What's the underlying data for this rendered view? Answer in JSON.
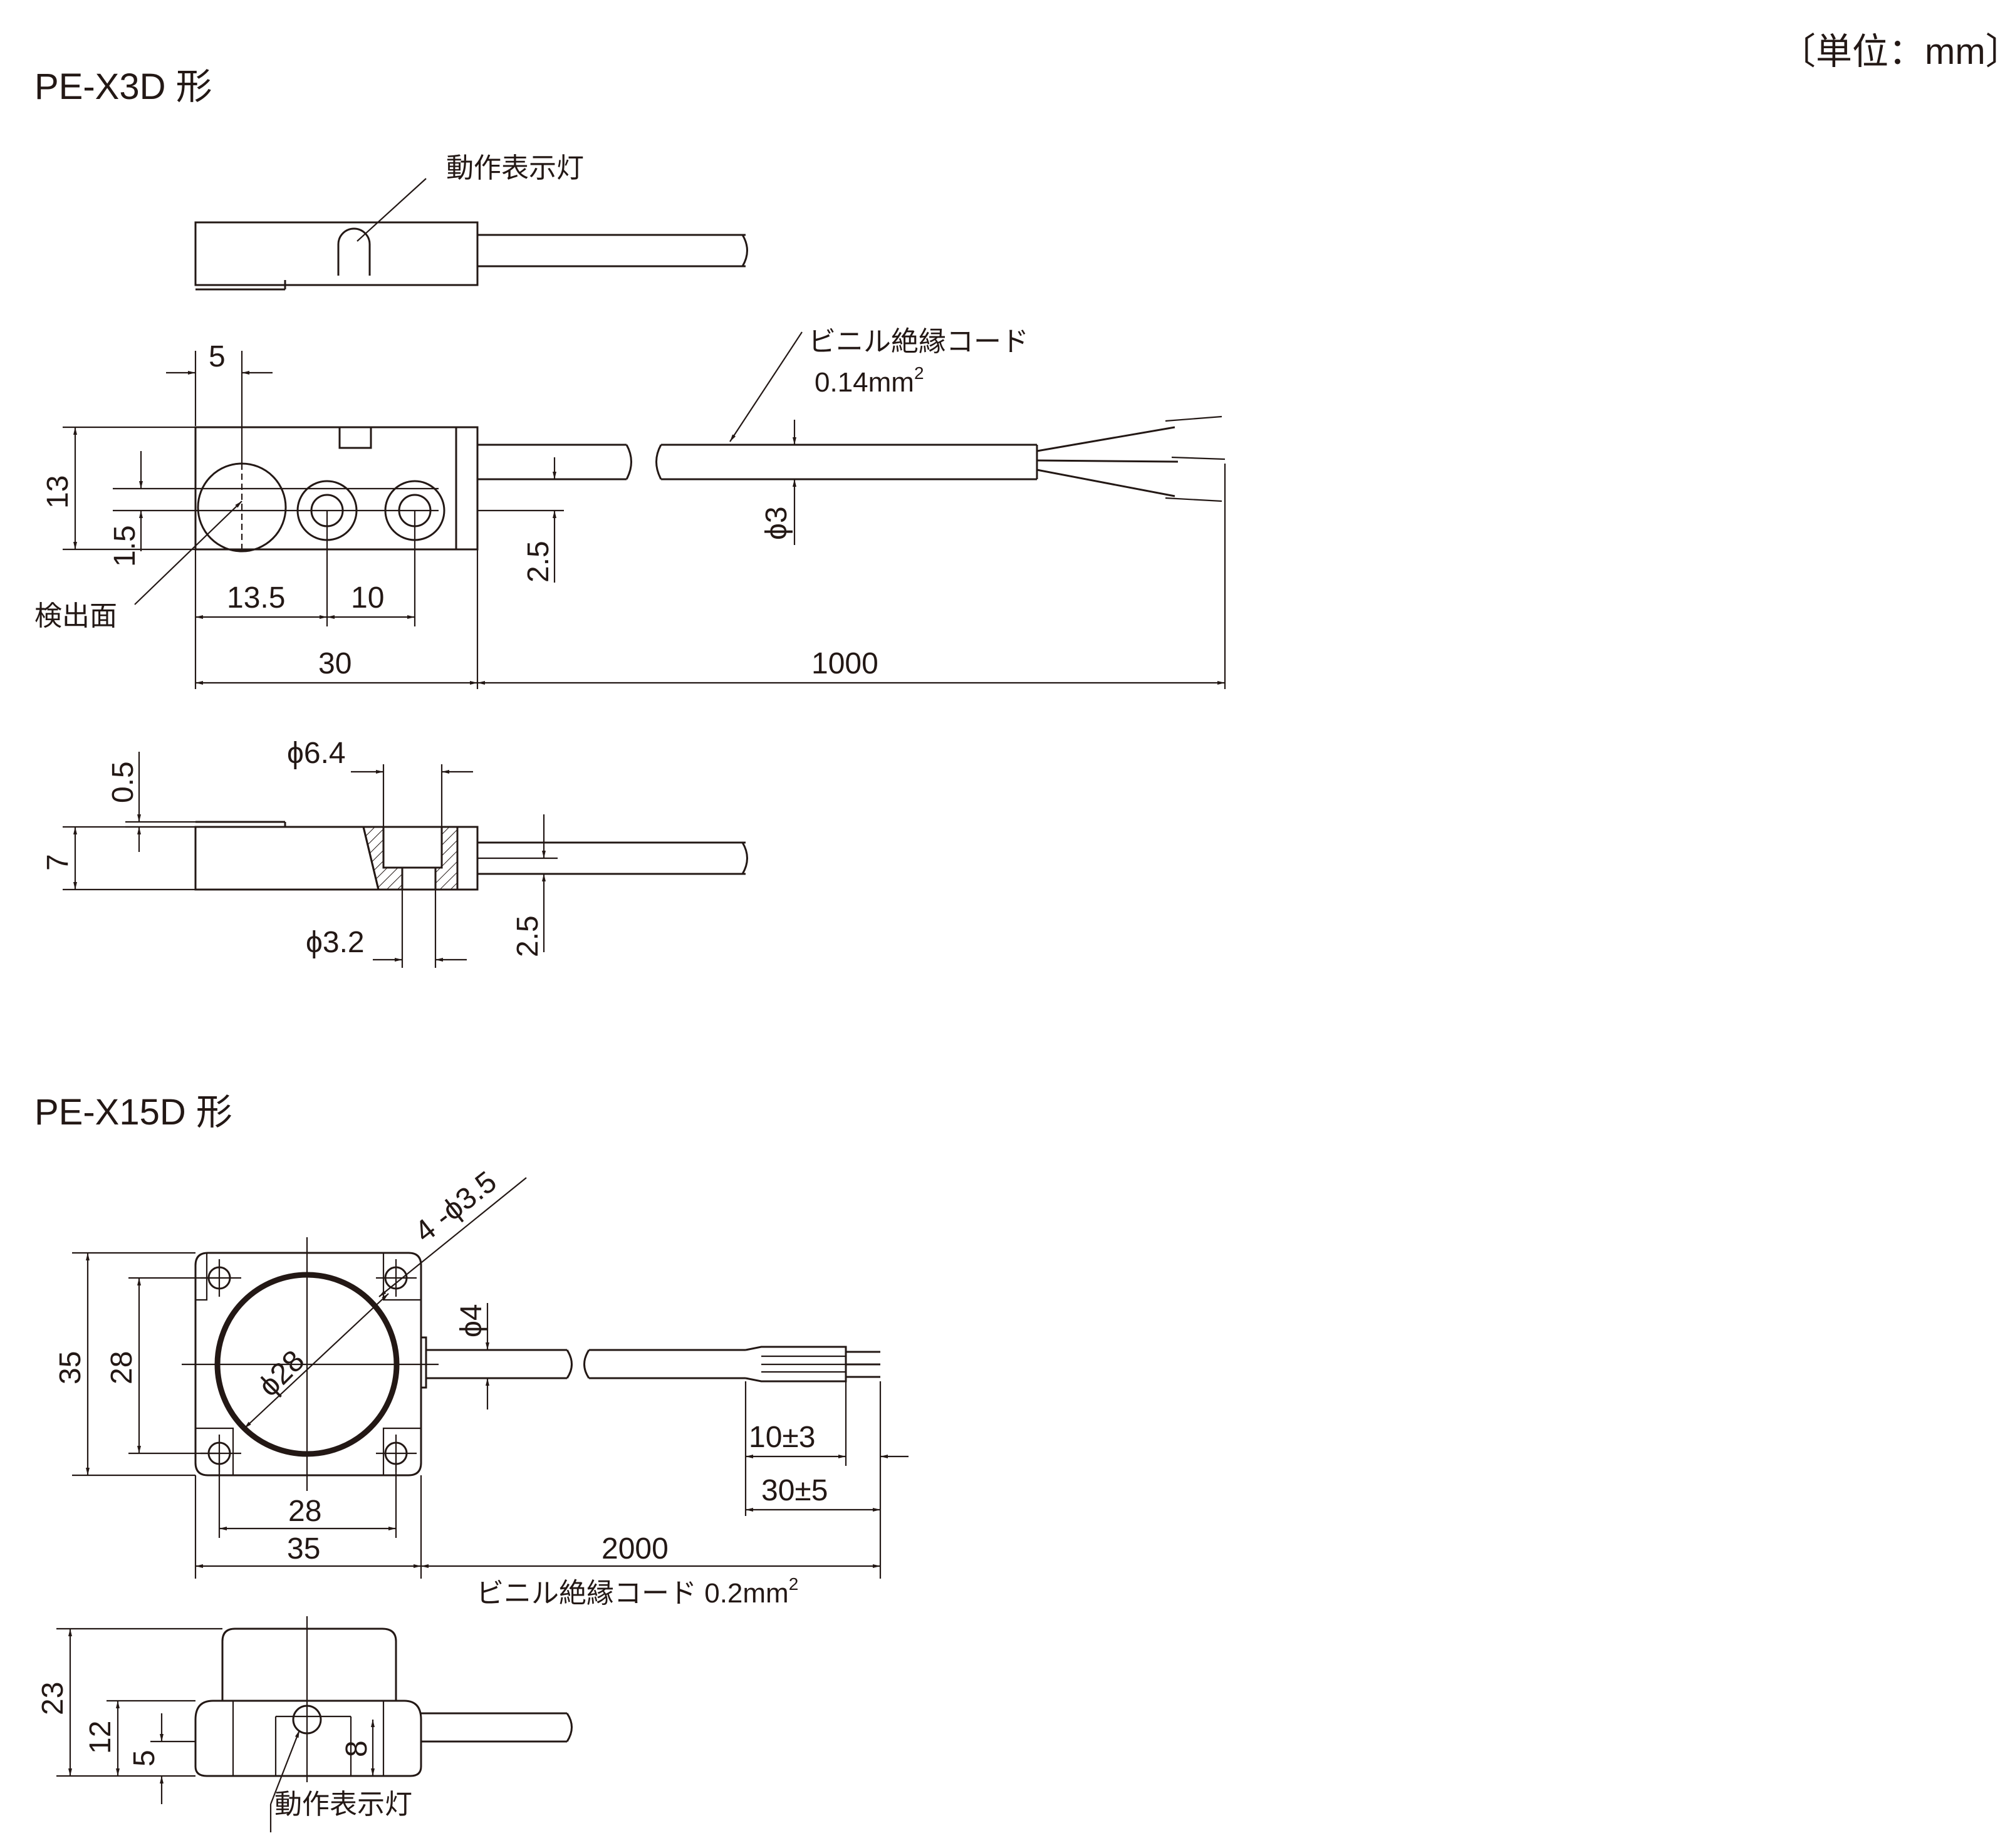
{
  "unit_note": "〔単位：mm〕",
  "section1": {
    "title": "PE-X3D 形",
    "label_indicator": "動作表示灯",
    "label_detect_face": "検出面",
    "label_cord": "ビニル絶縁コード",
    "label_cord_area": "0.14mm",
    "label_cord_area_sup": "2",
    "dim_5": "5",
    "dim_13": "13",
    "dim_1_5": "1.5",
    "dim_2_5_top": "2.5",
    "dim_13_5": "13.5",
    "dim_10": "10",
    "dim_30": "30",
    "dim_1000": "1000",
    "dim_phi3": "ϕ3",
    "dim_phi6_4": "ϕ6.4",
    "dim_0_5": "0.5",
    "dim_7": "7",
    "dim_phi3_2": "ϕ3.2",
    "dim_2_5_side": "2.5"
  },
  "section2": {
    "title": "PE-X15D 形",
    "dim_4phi3_5": "4 -ϕ3.5",
    "dim_phi4": "ϕ4",
    "dim_phi28": "ϕ28",
    "dim_35_v": "35",
    "dim_28_v": "28",
    "dim_10pm3": "10±3",
    "dim_30pm5": "30±5",
    "dim_28_h": "28",
    "dim_35_h": "35",
    "dim_2000": "2000",
    "label_cord": "ビニル絶縁コード 0.2mm",
    "label_cord_sup": "2",
    "dim_23": "23",
    "dim_12": "12",
    "dim_5": "5",
    "dim_8": "8",
    "label_indicator": "動作表示灯"
  }
}
